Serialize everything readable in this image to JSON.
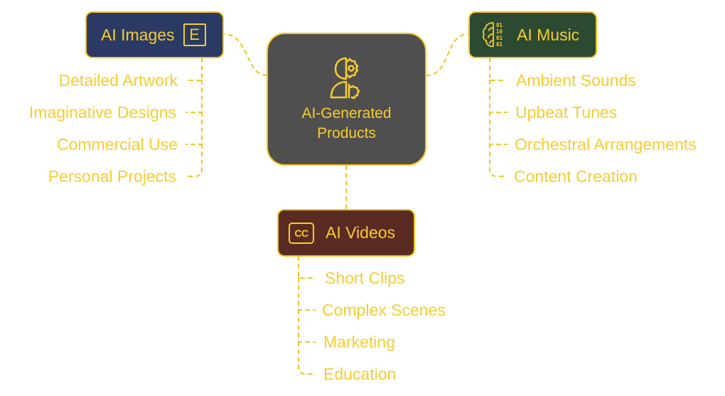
{
  "center": {
    "title": "AI-Generated Products",
    "icon": "ai-head-gear-icon"
  },
  "branches": {
    "images": {
      "label": "AI Images",
      "icon_text": "E",
      "icon": "letter-e-icon",
      "items": [
        "Detailed Artwork",
        "Imaginative Designs",
        "Commercial Use",
        "Personal Projects"
      ]
    },
    "music": {
      "label": "AI Music",
      "icon": "brain-binary-icon",
      "items": [
        "Ambient Sounds",
        "Upbeat Tunes",
        "Orchestral Arrangements",
        "Content Creation"
      ]
    },
    "videos": {
      "label": "AI Videos",
      "icon_text": "CC",
      "icon": "closed-captions-icon",
      "items": [
        "Short Clips",
        "Complex Scenes",
        "Marketing",
        "Education"
      ]
    }
  },
  "colors": {
    "accent": "#f2c31a",
    "center_fill": "#4f4f4f",
    "images_fill": "#2a3a64",
    "music_fill": "#2c4a32",
    "videos_fill": "#5a2b22"
  }
}
